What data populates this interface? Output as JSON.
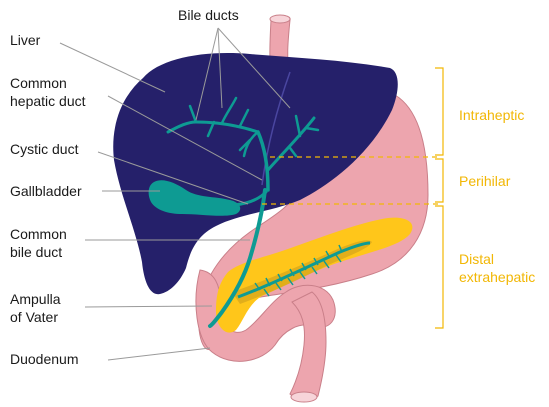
{
  "labels": {
    "liver": "Liver",
    "common_hepatic_duct": [
      "Common",
      "hepatic duct"
    ],
    "cystic_duct": "Cystic duct",
    "gallbladder": "Gallbladder",
    "common_bile_duct": [
      "Common",
      "bile duct"
    ],
    "ampulla_of_vater": [
      "Ampulla",
      "of Vater"
    ],
    "duodenum": "Duodenum",
    "bile_ducts": "Bile ducts"
  },
  "regions": {
    "intrahepatic": "Intraheptic",
    "perihilar": "Perihilar",
    "distal_extrahepatic": [
      "Distal",
      "extrahepatic"
    ]
  },
  "colors": {
    "liver": "#25206a",
    "stomach": "#eda5ae",
    "stomach_outline": "#c97f89",
    "bile_duct": "#0e9b93",
    "pancreas": "#ffc61a",
    "pancreatic_duct": "#b38a1c",
    "region_bracket": "#f2b705",
    "leader_line": "#9a9a9a"
  }
}
